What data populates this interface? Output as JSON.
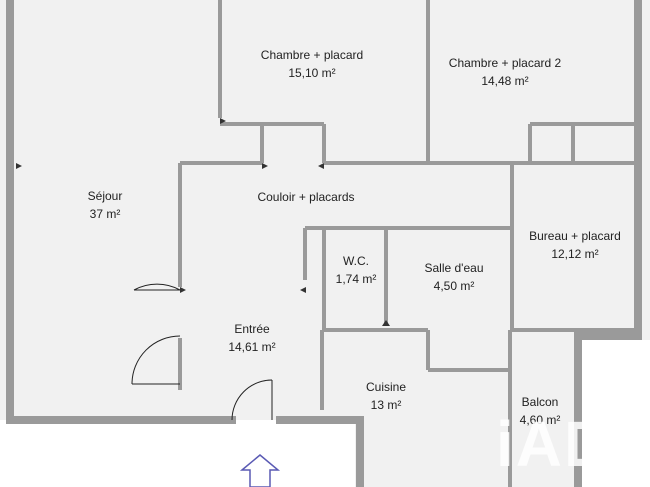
{
  "plan": {
    "rooms": [
      {
        "id": "chambre1",
        "name": "Chambre + placard",
        "area": "15,10 m²"
      },
      {
        "id": "chambre2",
        "name": "Chambre + placard 2",
        "area": "14,48 m²"
      },
      {
        "id": "sejour",
        "name": "Séjour",
        "area": "37 m²"
      },
      {
        "id": "couloir",
        "name": "Couloir + placards",
        "area": ""
      },
      {
        "id": "bureau",
        "name": "Bureau + placard",
        "area": "12,12 m²"
      },
      {
        "id": "wc",
        "name": "W.C.",
        "area": "1,74 m²"
      },
      {
        "id": "sdb",
        "name": "Salle d'eau",
        "area": "4,50 m²"
      },
      {
        "id": "entree",
        "name": "Entrée",
        "area": "14,61 m²"
      },
      {
        "id": "cuisine",
        "name": "Cuisine",
        "area": "13 m²"
      },
      {
        "id": "balcon",
        "name": "Balcon",
        "area": "4,60 m²"
      }
    ],
    "watermark": "iAD",
    "colors": {
      "wall": "#9a9a9a",
      "floor": "#f1f1f1",
      "outside": "#ffffff",
      "arrow": "#5a5ab4"
    }
  }
}
